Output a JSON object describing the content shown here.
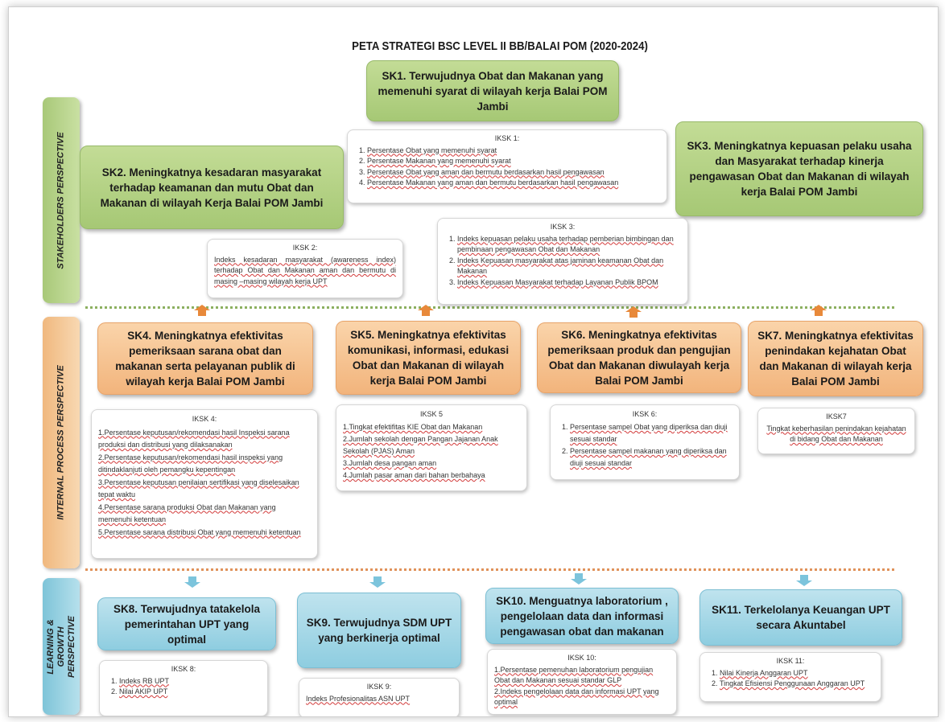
{
  "title": "PETA STRATEGI BSC LEVEL II BB/BALAI POM  (2020-2024)",
  "perspectives": {
    "stakeholders": "STAKEHOLDERS PERSPECTIVE",
    "internal": "INTERNAL PROCESS PERSPECTIVE",
    "learning": "LEARNING & GROWTH PERSPECTIVE"
  },
  "colors": {
    "stakeholder": "#b5d386",
    "internal": "#f6c493",
    "learning": "#a6d8e6",
    "arrow_up": "#e8893a",
    "arrow_down": "#7cc4dc"
  },
  "sk": {
    "sk1": "SK1. Terwujudnya Obat dan Makanan yang memenuhi syarat di wilayah kerja Balai POM Jambi",
    "sk2": "SK2. Meningkatnya kesadaran masyarakat terhadap keamanan dan mutu Obat dan Makanan di wilayah Kerja Balai POM Jambi",
    "sk3": "SK3. Meningkatnya kepuasan pelaku usaha dan Masyarakat terhadap kinerja pengawasan Obat dan Makanan di wilayah kerja Balai POM Jambi",
    "sk4": "SK4. Meningkatnya efektivitas pemeriksaan sarana obat dan makanan serta pelayanan publik di wilayah kerja Balai POM Jambi",
    "sk5": "SK5. Meningkatnya efektivitas komunikasi, informasi, edukasi Obat dan Makanan di wilayah kerja Balai POM Jambi",
    "sk6": "SK6. Meningkatnya efektivitas pemeriksaan produk dan pengujian Obat dan Makanan diwulayah kerja Balai POM Jambi",
    "sk7": "SK7. Meningkatnya efektivitas penindakan kejahatan Obat dan Makanan di wilayah kerja Balai POM Jambi",
    "sk8": "SK8. Terwujudnya tatakelola pemerintahan UPT yang optimal",
    "sk9": "SK9. Terwujudnya SDM UPT yang berkinerja optimal",
    "sk10": "SK10. Menguatnya laboratorium , pengelolaan data dan informasi pengawasan obat dan makanan",
    "sk11": "SK11. Terkelolanya Keuangan UPT secara Akuntabel"
  },
  "iksk": {
    "iksk1": {
      "title": "IKSK 1:",
      "items": [
        "Persentase Obat yang memenuhi syarat",
        "Persentase Makanan yang memenuhi syarat",
        "Persentase Obat yang aman dan bermutu berdasarkan hasil pengawasan",
        "Persentase Makanan yang aman dan bermutu berdasarkan hasil pengawasan"
      ]
    },
    "iksk2": {
      "title": "IKSK 2:",
      "text": "Indeks kesadaran masyarakat (awareness index) terhadap Obat dan Makanan aman dan bermutu di masing –masing wilayah kerja UPT"
    },
    "iksk3": {
      "title": "IKSK 3:",
      "items": [
        "Indeks kepuasan pelaku usaha terhadap pemberian bimbingan dan pembinaan pengawasan Obat dan Makanan",
        "Indeks Kepuasan masyarakat atas jaminan keamanan Obat dan Makanan",
        "Indeks Kepuasan Masyarakat terhadap Layanan Publik BPOM"
      ]
    },
    "iksk4": {
      "title": "IKSK 4:",
      "items": [
        "1.Persentase keputusan/rekomendasi hasil Inspeksi sarana produksi dan distribusi yang dilaksanakan",
        "2.Persentase keputusan/rekomendasi hasil inspeksi yang ditindaklanjuti oleh pemangku kepentingan",
        "3.Persentase keputusan penilaian sertifikasi yang diselesaikan tepat waktu",
        "4.Persentase sarana produksi Obat dan Makanan yang memenuhi ketentuan",
        "5.Persentase sarana distribusi Obat yang memenuhi ketentuan"
      ]
    },
    "iksk5": {
      "title": "IKSK 5",
      "items": [
        "1.Tingkat efektifitas KIE Obat dan Makanan",
        "2.Jumlah sekolah dengan Pangan Jajanan Anak Sekolah (PJAS) Aman",
        "3.Jumlah desa pangan aman",
        "4.Jumlah pasar aman dari bahan berbahaya"
      ]
    },
    "iksk6": {
      "title": "IKSK 6:",
      "items": [
        "Persentase sampel Obat yang diperiksa dan diuji sesuai standar",
        "Persentase sampel makanan yang diperiksa dan diuji sesuai standar"
      ]
    },
    "iksk7": {
      "title": "IKSK7",
      "text": "Tingkat keberhasilan penindakan kejahatan di bidang Obat dan Makanan"
    },
    "iksk8": {
      "title": "IKSK 8:",
      "items": [
        "Indeks RB UPT",
        "Nilai AKIP UPT"
      ]
    },
    "iksk9": {
      "title": "IKSK 9:",
      "text": "Indeks Profesionalitas ASN UPT"
    },
    "iksk10": {
      "title": "IKSK 10:",
      "items": [
        "1.Persentase pemenuhan laboratorium pengujian Obat dan Makanan sesuai standar GLP",
        "2.Indeks pengelolaan data dan informasi UPT yang optimal"
      ]
    },
    "iksk11": {
      "title": "IKSK 11:",
      "items": [
        "Nilai Kinerja Anggaran UPT",
        "Tingkat Efisiensi Penggunaan Anggaran UPT"
      ]
    }
  }
}
